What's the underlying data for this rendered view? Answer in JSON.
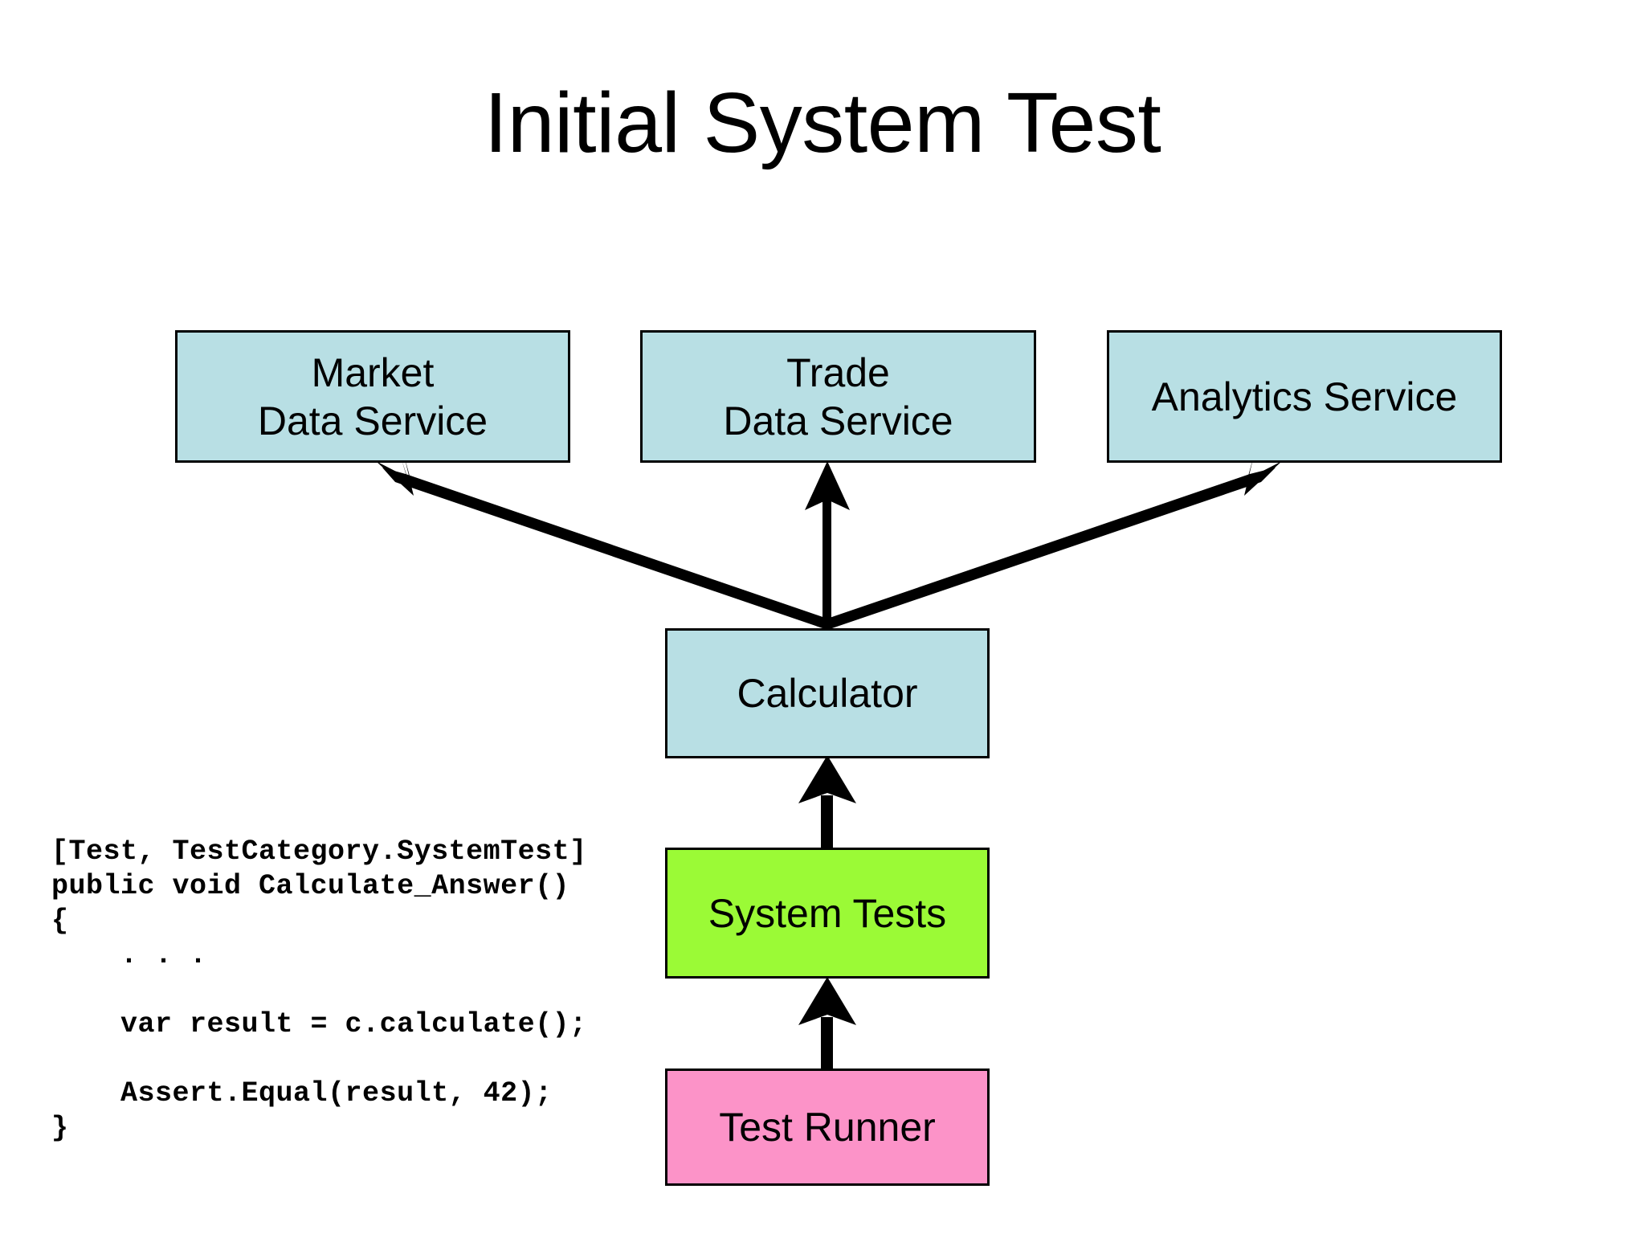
{
  "slide": {
    "title": "Initial System Test",
    "background_color": "#ffffff"
  },
  "colors": {
    "service_box": "#b8dfe4",
    "test_box": "#9bfa36",
    "runner_box": "#fc93c8",
    "border": "#000000",
    "text": "#000000",
    "arrow": "#000000"
  },
  "diagram": {
    "nodes": [
      {
        "id": "market-data-service",
        "label": "Market\nData Service",
        "color": "#b8dfe4",
        "row": "services"
      },
      {
        "id": "trade-data-service",
        "label": "Trade\nData Service",
        "color": "#b8dfe4",
        "row": "services"
      },
      {
        "id": "analytics-service",
        "label": "Analytics Service",
        "color": "#b8dfe4",
        "row": "services"
      },
      {
        "id": "calculator",
        "label": "Calculator",
        "color": "#b8dfe4",
        "row": "system-under-test"
      },
      {
        "id": "system-tests",
        "label": "System Tests",
        "color": "#9bfa36",
        "row": "tests"
      },
      {
        "id": "test-runner",
        "label": "Test Runner",
        "color": "#fc93c8",
        "row": "runner"
      }
    ],
    "edges": [
      {
        "from": "calculator",
        "to": "market-data-service",
        "style": "solid-arrow"
      },
      {
        "from": "calculator",
        "to": "trade-data-service",
        "style": "solid-arrow"
      },
      {
        "from": "calculator",
        "to": "analytics-service",
        "style": "solid-arrow"
      },
      {
        "from": "system-tests",
        "to": "calculator",
        "style": "solid-arrow"
      },
      {
        "from": "test-runner",
        "to": "system-tests",
        "style": "solid-arrow"
      }
    ]
  },
  "code": {
    "language": "csharp",
    "lines": [
      "[Test, TestCategory.SystemTest]",
      "public void Calculate_Answer()",
      "{",
      "    . . .",
      "",
      "    var result = c.calculate();",
      "",
      "    Assert.Equal(result, 42);",
      "}"
    ],
    "text": "[Test, TestCategory.SystemTest]\npublic void Calculate_Answer()\n{\n    . . .\n\n    var result = c.calculate();\n\n    Assert.Equal(result, 42);\n}"
  }
}
